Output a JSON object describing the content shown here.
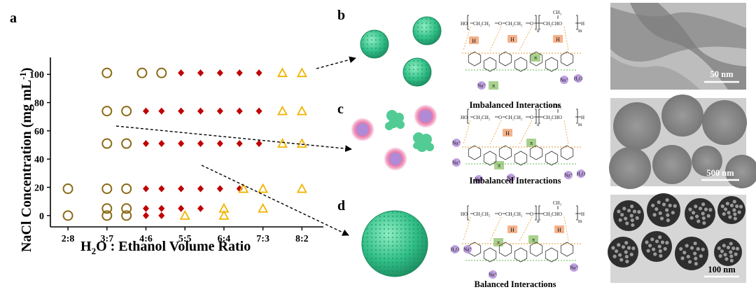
{
  "panels": {
    "a": "a",
    "b": "b",
    "c": "c",
    "d": "d"
  },
  "chart_data": {
    "type": "scatter",
    "xlabel_pre": "H",
    "xlabel_sub": "2",
    "xlabel_post": "O : Ethanol Volume Ratio",
    "ylabel": "NaCl Concentration (mg mL",
    "ylabel_sup": "-1",
    "ylabel_close": ")",
    "x_tick_labels": [
      "2:8",
      "3:7",
      "4:6",
      "5:5",
      "6:4",
      "7:3",
      "8:2"
    ],
    "x_ticks": [
      2,
      3,
      4,
      5,
      6,
      7,
      8
    ],
    "y_ticks": [
      0,
      20,
      40,
      60,
      80,
      100
    ],
    "xlim": [
      1.55,
      8.55
    ],
    "ylim": [
      -8,
      112
    ],
    "series": [
      {
        "marker": "circle",
        "color": "#8b6914",
        "x": [
          3,
          3.9,
          4.4,
          3,
          3.5,
          3,
          3.5,
          2,
          3,
          3.5,
          3,
          3.5,
          2,
          3,
          3.5
        ],
        "y": [
          101,
          101,
          101,
          74,
          74,
          51,
          51,
          19,
          19,
          19,
          5,
          5,
          0,
          0,
          0
        ]
      },
      {
        "marker": "diamond",
        "color": "#c00000",
        "x": [
          4.9,
          5.4,
          5.9,
          6.4,
          6.9,
          4,
          4.4,
          4.9,
          5.4,
          5.9,
          6.4,
          6.9,
          4,
          4.4,
          4.9,
          5.4,
          5.9,
          6.4,
          6.9,
          4,
          4.4,
          4.9,
          5.4,
          5.9,
          6.4,
          4,
          4.4,
          4.9,
          5.4,
          4,
          4.4
        ],
        "y": [
          101,
          101,
          101,
          101,
          101,
          74,
          74,
          74,
          74,
          74,
          74,
          74,
          51,
          51,
          51,
          51,
          51,
          51,
          51,
          19,
          19,
          19,
          19,
          19,
          19,
          5,
          5,
          5,
          5,
          0,
          0
        ]
      },
      {
        "marker": "triangle",
        "color": "#f0b400",
        "x": [
          7.5,
          8,
          7.5,
          8,
          7.5,
          8,
          6.5,
          7,
          8,
          6,
          7,
          5,
          6
        ],
        "y": [
          101,
          101,
          74,
          74,
          51,
          51,
          19,
          19,
          19,
          5,
          5,
          0,
          0
        ]
      }
    ]
  },
  "scale_bars": {
    "b": "50 nm",
    "c": "500 nm",
    "d": "100 nm"
  },
  "captions": {
    "b": "Imbalanced Interactions",
    "c": "Imbalanced Interactions",
    "d": "Balanced Interactions"
  },
  "chem": {
    "HO": "HO",
    "ch2a": "CH₂CH₂",
    "O1": "O",
    "O2": "O",
    "ch2b": "CH₂CH₂",
    "ch2c": "CH₂CHO",
    "ch3": "CH₃",
    "H": "H",
    "n": "n",
    "m": "m",
    "hbond": "H",
    "pi": "π",
    "na": "Na⁺",
    "h2o": "H₂O"
  },
  "colors": {
    "circle": "#8b6914",
    "diamond": "#c00000",
    "triangle": "#f0b400",
    "hbox": "#f5b38c",
    "pibox": "#a9d18e",
    "sphere": "#3ec28f",
    "ion": "#b38fd9"
  }
}
